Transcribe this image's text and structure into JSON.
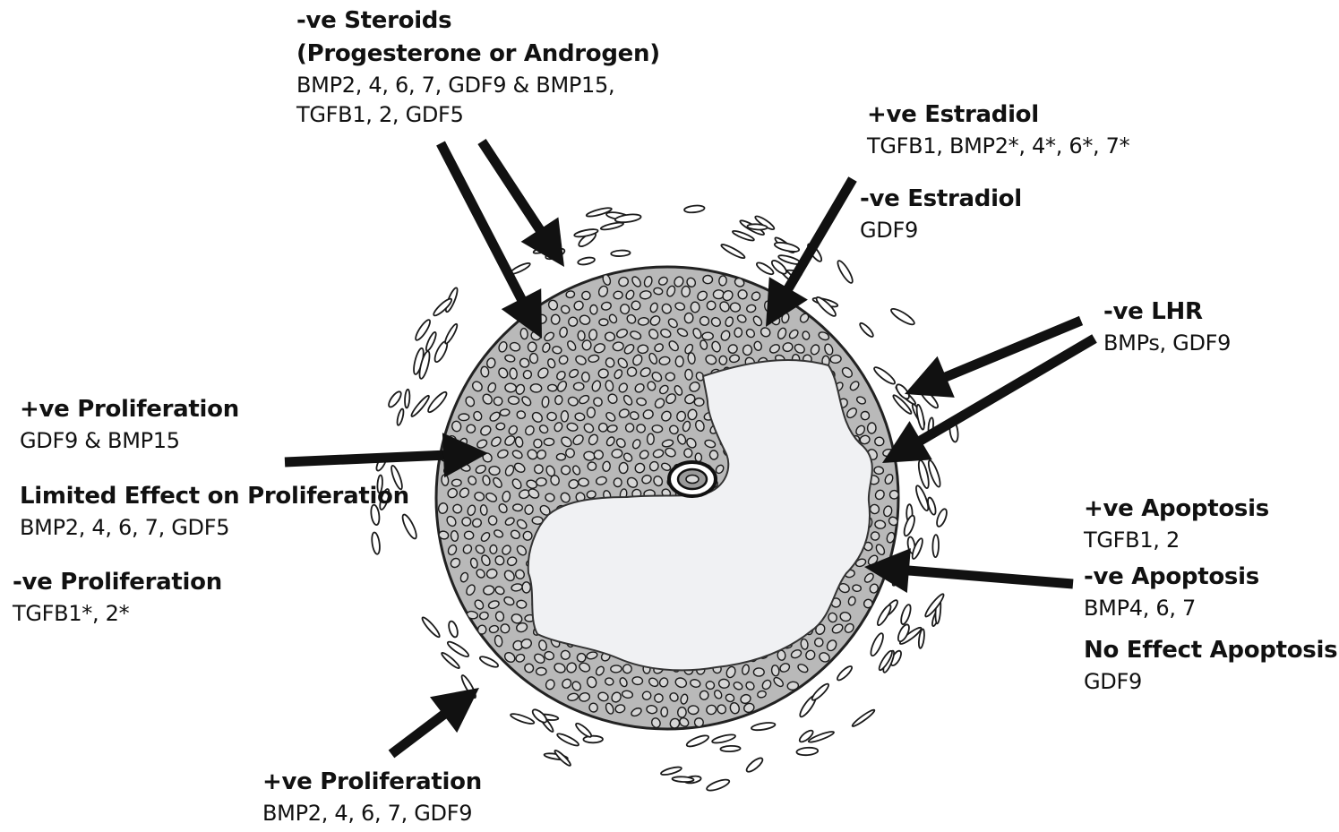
{
  "colors": {
    "granulosa_fill": "#b9b9b9",
    "antrum_fill": "#f0f1f3",
    "cell_stroke": "#1a1a1a",
    "arrow": "#111111"
  },
  "labels": {
    "steroids": {
      "heading": "-ve Steroids",
      "heading2": "(Progesterone or Androgen)",
      "line1": "BMP2, 4, 6, 7, GDF9 & BMP15,",
      "line2": "TGFB1, 2, GDF5"
    },
    "estradiol_pos": {
      "heading": "+ve Estradiol",
      "text": "TGFB1, BMP2*, 4*, 6*, 7*"
    },
    "estradiol_neg": {
      "heading": "-ve Estradiol",
      "text": "GDF9"
    },
    "lhr": {
      "heading": "-ve LHR",
      "text": "BMPs, GDF9"
    },
    "prolif_pos_left": {
      "heading": "+ve Proliferation",
      "text": "GDF9 & BMP15"
    },
    "prolif_limited": {
      "heading": "Limited Effect on Proliferation",
      "text": "BMP2, 4, 6, 7, GDF5"
    },
    "prolif_neg": {
      "heading": "-ve Proliferation",
      "text": "TGFB1*, 2*"
    },
    "apop_pos": {
      "heading": "+ve Apoptosis",
      "text": "TGFB1, 2"
    },
    "apop_neg": {
      "heading": "-ve Apoptosis",
      "text": "BMP4, 6, 7"
    },
    "apop_none": {
      "heading": "No Effect Apoptosis",
      "text": "GDF9"
    },
    "prolif_pos_bottom": {
      "heading": "+ve Proliferation",
      "text": "BMP2, 4, 6, 7, GDF9"
    }
  }
}
